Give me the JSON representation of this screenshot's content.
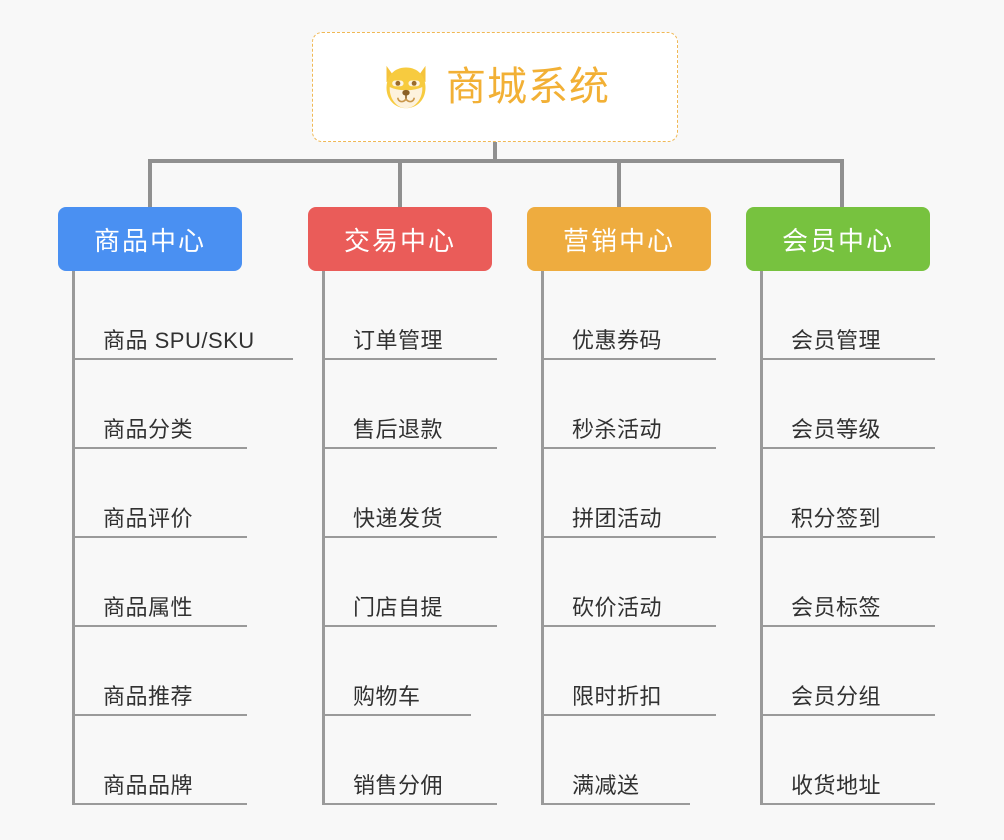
{
  "root": {
    "title": "商城系统",
    "icon": "shiba-dog-face-icon",
    "accent_color": "#f2b035",
    "border_color": "#f0b855",
    "background": "#ffffff"
  },
  "canvas": {
    "background": "#f8f8f8",
    "connector_color": "#909090"
  },
  "columns": [
    {
      "title": "商品中心",
      "color": "#4a90f2",
      "items": [
        {
          "label": "商品 SPU/SKU",
          "width": "w-wide"
        },
        {
          "label": "商品分类",
          "width": "w-med"
        },
        {
          "label": "商品评价",
          "width": "w-med"
        },
        {
          "label": "商品属性",
          "width": "w-med"
        },
        {
          "label": "商品推荐",
          "width": "w-med"
        },
        {
          "label": "商品品牌",
          "width": "w-med"
        }
      ]
    },
    {
      "title": "交易中心",
      "color": "#ea5c59",
      "items": [
        {
          "label": "订单管理",
          "width": "w-med"
        },
        {
          "label": "售后退款",
          "width": "w-med"
        },
        {
          "label": "快递发货",
          "width": "w-med"
        },
        {
          "label": "门店自提",
          "width": "w-med"
        },
        {
          "label": "购物车",
          "width": "w-short"
        },
        {
          "label": "销售分佣",
          "width": "w-med"
        }
      ]
    },
    {
      "title": "营销中心",
      "color": "#eeac3f",
      "items": [
        {
          "label": "优惠券码",
          "width": "w-med"
        },
        {
          "label": "秒杀活动",
          "width": "w-med"
        },
        {
          "label": "拼团活动",
          "width": "w-med"
        },
        {
          "label": "砍价活动",
          "width": "w-med"
        },
        {
          "label": "限时折扣",
          "width": "w-med"
        },
        {
          "label": "满减送",
          "width": "w-short"
        }
      ]
    },
    {
      "title": "会员中心",
      "color": "#77c23f",
      "items": [
        {
          "label": "会员管理",
          "width": "w-med"
        },
        {
          "label": "会员等级",
          "width": "w-med"
        },
        {
          "label": "积分签到",
          "width": "w-med"
        },
        {
          "label": "会员标签",
          "width": "w-med"
        },
        {
          "label": "会员分组",
          "width": "w-med"
        },
        {
          "label": "收货地址",
          "width": "w-med"
        }
      ]
    }
  ]
}
